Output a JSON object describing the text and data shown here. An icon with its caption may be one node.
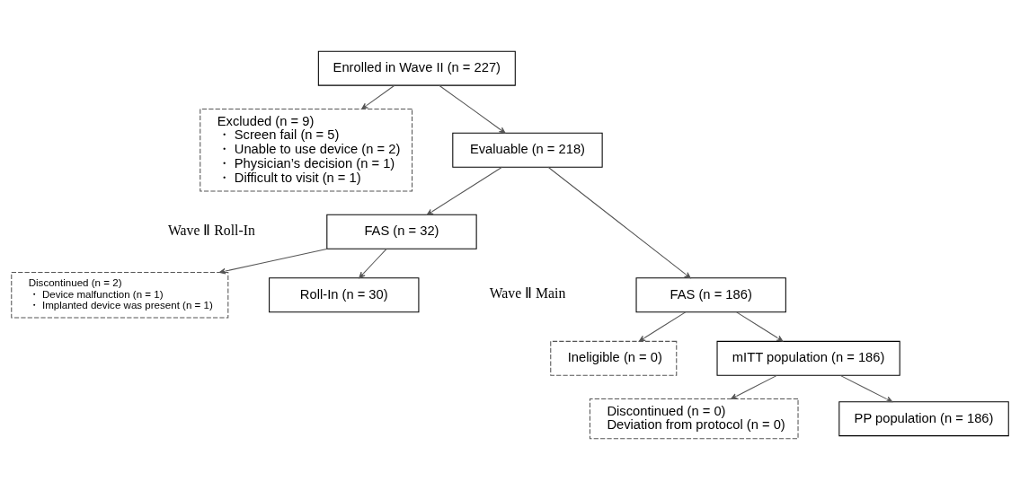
{
  "diagram": {
    "nodes": [
      {
        "text": [
          "Enrolled in Wave II (n = 227)"
        ]
      },
      {
        "text": [
          "Excluded (n = 9)",
          "・ Screen fail (n = 5)",
          "・ Unable to use device (n = 2)",
          "・ Physician’s decision (n = 1)",
          "・ Difficult to visit (n = 1)"
        ]
      },
      {
        "text": [
          "Evaluable (n = 218)"
        ]
      },
      {
        "text": [
          "FAS (n = 32)"
        ]
      },
      {
        "text": [
          "Discontinued (n = 2)",
          "・ Device malfunction (n = 1)",
          "・ Implanted device was present (n = 1)"
        ]
      },
      {
        "text": [
          "Roll-In (n = 30)"
        ]
      },
      {
        "text": [
          "FAS (n = 186)"
        ]
      },
      {
        "text": [
          "Ineligible (n = 0)"
        ]
      },
      {
        "text": [
          "mITT population (n = 186)"
        ]
      },
      {
        "text": [
          "Discontinued (n = 0)",
          "Deviation from protocol (n = 0)"
        ]
      },
      {
        "text": [
          "PP population (n = 186)"
        ]
      }
    ],
    "edges": [
      {
        "from": 0,
        "to": 2,
        "arrow": "to"
      },
      {
        "from": 0,
        "to": 1,
        "arrow": "to"
      },
      {
        "from": 2,
        "to": 3,
        "arrow": "to"
      },
      {
        "from": 2,
        "to": 6,
        "arrow": "to"
      },
      {
        "from": 3,
        "to": 5,
        "arrow": "to"
      },
      {
        "from": 3,
        "to": 4,
        "arrow": "to"
      },
      {
        "from": 6,
        "to": 8,
        "arrow": "to"
      },
      {
        "from": 6,
        "to": 7,
        "arrow": "to"
      },
      {
        "from": 8,
        "to": 10,
        "arrow": "to"
      },
      {
        "from": 8,
        "to": 9,
        "arrow": "to"
      }
    ],
    "labels": [
      "Wave Ⅱ Roll-In",
      "Wave Ⅱ Main"
    ]
  }
}
